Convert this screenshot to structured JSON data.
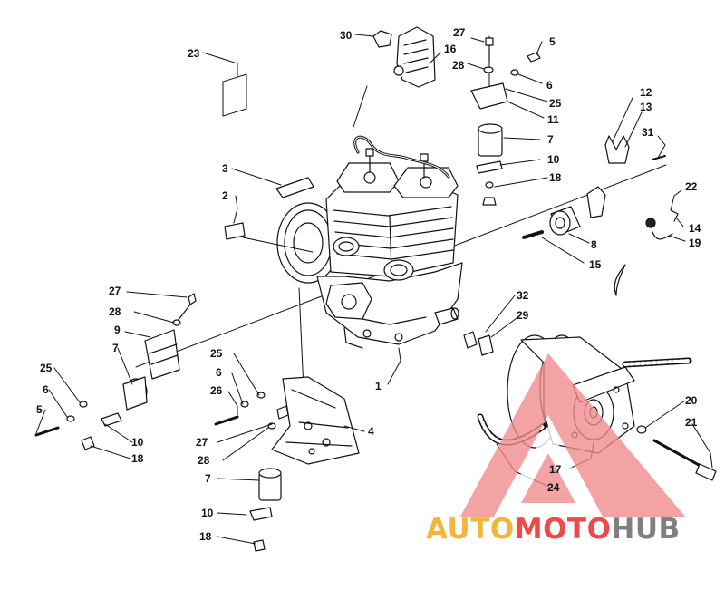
{
  "diagram": {
    "callouts": [
      {
        "id": "c30a",
        "text": "30"
      },
      {
        "id": "c16",
        "text": "16"
      },
      {
        "id": "c27a",
        "text": "27"
      },
      {
        "id": "c5a",
        "text": "5"
      },
      {
        "id": "c28a",
        "text": "28"
      },
      {
        "id": "c6a",
        "text": "6"
      },
      {
        "id": "c25a",
        "text": "25"
      },
      {
        "id": "c11",
        "text": "11"
      },
      {
        "id": "c7a",
        "text": "7"
      },
      {
        "id": "c10a",
        "text": "10"
      },
      {
        "id": "c18a",
        "text": "18"
      },
      {
        "id": "c12",
        "text": "12"
      },
      {
        "id": "c13",
        "text": "13"
      },
      {
        "id": "c31",
        "text": "31"
      },
      {
        "id": "c22",
        "text": "22"
      },
      {
        "id": "c14",
        "text": "14"
      },
      {
        "id": "c19",
        "text": "19"
      },
      {
        "id": "c8",
        "text": "8"
      },
      {
        "id": "c15",
        "text": "15"
      },
      {
        "id": "c23",
        "text": "23"
      },
      {
        "id": "c3",
        "text": "3"
      },
      {
        "id": "c2",
        "text": "2"
      },
      {
        "id": "c27b",
        "text": "27"
      },
      {
        "id": "c28b",
        "text": "28"
      },
      {
        "id": "c9",
        "text": "9"
      },
      {
        "id": "c7b",
        "text": "7"
      },
      {
        "id": "c25b",
        "text": "25"
      },
      {
        "id": "c6b",
        "text": "6"
      },
      {
        "id": "c5b",
        "text": "5"
      },
      {
        "id": "c10b",
        "text": "10"
      },
      {
        "id": "c18b",
        "text": "18"
      },
      {
        "id": "c32",
        "text": "32"
      },
      {
        "id": "c29",
        "text": "29"
      },
      {
        "id": "c25c",
        "text": "25"
      },
      {
        "id": "c6c",
        "text": "6"
      },
      {
        "id": "c26",
        "text": "26"
      },
      {
        "id": "c1",
        "text": "1"
      },
      {
        "id": "c4",
        "text": "4"
      },
      {
        "id": "c27c",
        "text": "27"
      },
      {
        "id": "c28c",
        "text": "28"
      },
      {
        "id": "c7c",
        "text": "7"
      },
      {
        "id": "c10c",
        "text": "10"
      },
      {
        "id": "c18c",
        "text": "18"
      },
      {
        "id": "c20",
        "text": "20"
      },
      {
        "id": "c21",
        "text": "21"
      },
      {
        "id": "c17",
        "text": "17"
      },
      {
        "id": "c24",
        "text": "24"
      }
    ]
  },
  "watermark": {
    "part1": "AUTO",
    "part2": "MOTO",
    "part3": "HUB",
    "colors": {
      "auto": "#f3b53b",
      "moto": "#ee4a4a",
      "hub": "#7f7f7f",
      "triangle": "#f08a8a"
    }
  }
}
